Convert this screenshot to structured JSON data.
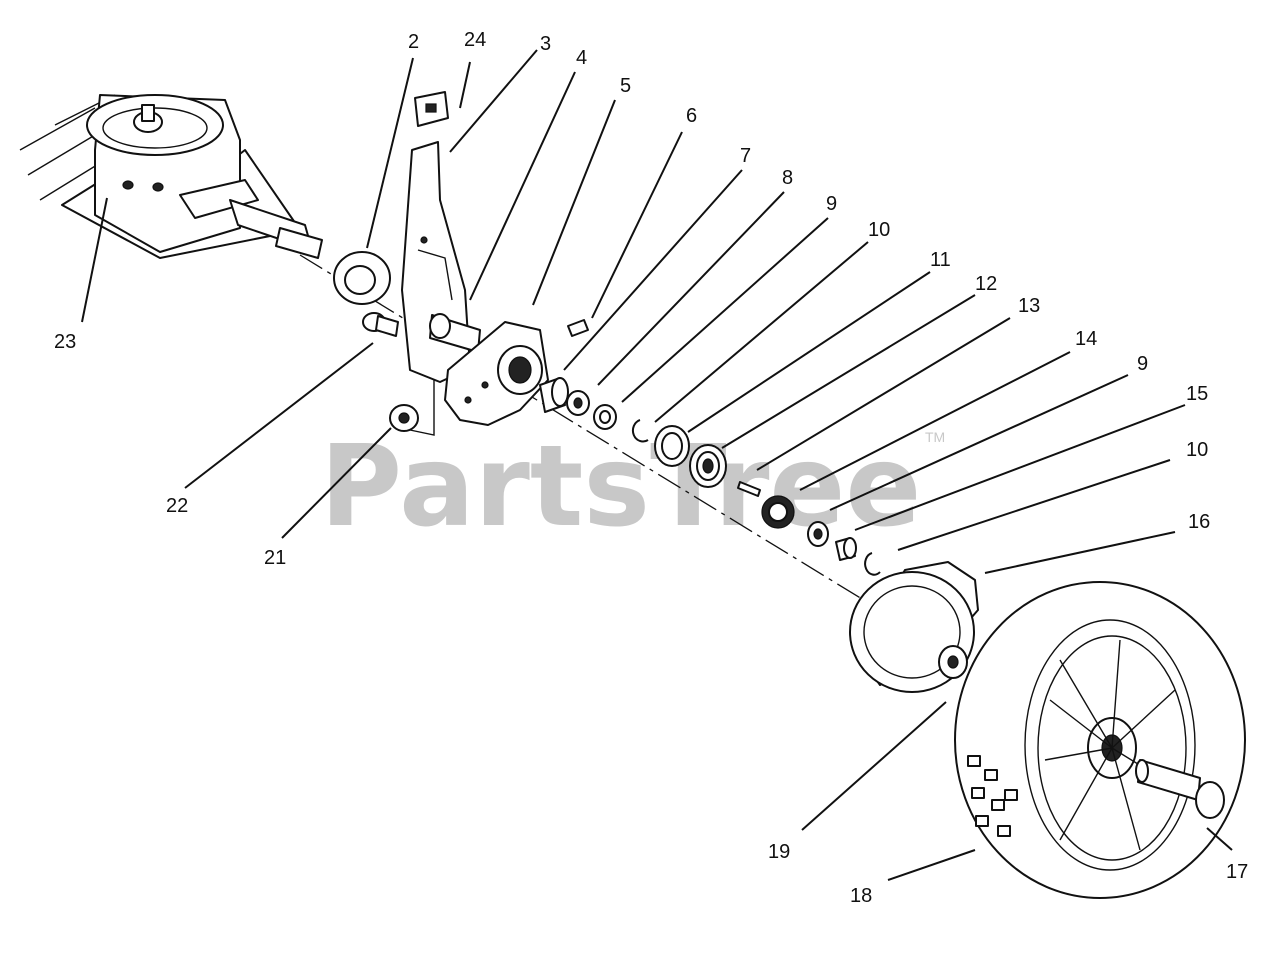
{
  "watermark": {
    "text": "PartsTree",
    "trademark": "TM"
  },
  "callouts": [
    {
      "id": "c2",
      "label": "2"
    },
    {
      "id": "c24",
      "label": "24"
    },
    {
      "id": "c3",
      "label": "3"
    },
    {
      "id": "c4",
      "label": "4"
    },
    {
      "id": "c5",
      "label": "5"
    },
    {
      "id": "c6",
      "label": "6"
    },
    {
      "id": "c7",
      "label": "7"
    },
    {
      "id": "c8",
      "label": "8"
    },
    {
      "id": "c9a",
      "label": "9"
    },
    {
      "id": "c10a",
      "label": "10"
    },
    {
      "id": "c11",
      "label": "11"
    },
    {
      "id": "c12",
      "label": "12"
    },
    {
      "id": "c13",
      "label": "13"
    },
    {
      "id": "c14",
      "label": "14"
    },
    {
      "id": "c9b",
      "label": "9"
    },
    {
      "id": "c15",
      "label": "15"
    },
    {
      "id": "c10b",
      "label": "10"
    },
    {
      "id": "c16",
      "label": "16"
    },
    {
      "id": "c23",
      "label": "23"
    },
    {
      "id": "c22",
      "label": "22"
    },
    {
      "id": "c21",
      "label": "21"
    },
    {
      "id": "c19",
      "label": "19"
    },
    {
      "id": "c18",
      "label": "18"
    },
    {
      "id": "c17",
      "label": "17"
    }
  ]
}
